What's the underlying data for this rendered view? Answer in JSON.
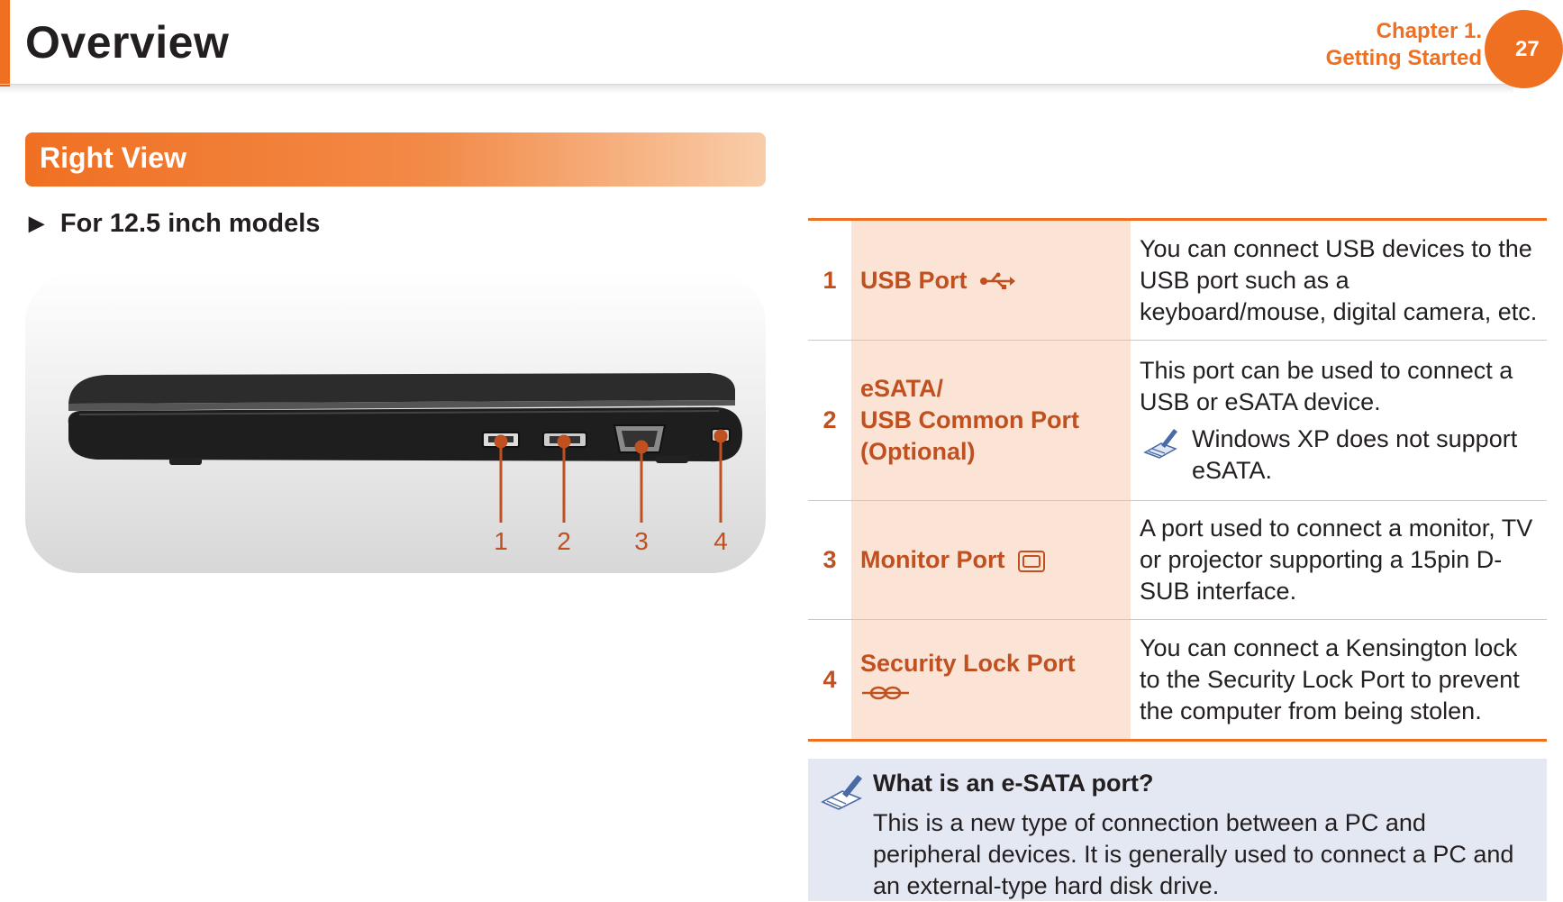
{
  "header": {
    "title": "Overview",
    "chapter_line1": "Chapter 1.",
    "chapter_line2": "Getting Started",
    "page_number": "27"
  },
  "section": {
    "title": "Right View",
    "subheading": "For 12.5 inch models"
  },
  "figure": {
    "callouts": [
      "1",
      "2",
      "3",
      "4"
    ]
  },
  "ports": [
    {
      "number": "1",
      "name": "USB Port",
      "icon": "usb-icon",
      "description": "You can connect USB devices to the USB port such as a keyboard/mouse, digital camera, etc."
    },
    {
      "number": "2",
      "name_line1": "eSATA/",
      "name_line2": "USB Common Port",
      "name_line3": "(Optional)",
      "description": "This port can be used to connect a USB or eSATA device.",
      "note": "Windows XP does not support eSATA."
    },
    {
      "number": "3",
      "name": "Monitor Port",
      "icon": "monitor-icon",
      "description": "A port used to connect a monitor, TV or projector supporting a 15pin D-SUB interface."
    },
    {
      "number": "4",
      "name": "Security Lock Port",
      "icon": "lock-icon",
      "description": "You can connect a Kensington lock to the Security Lock Port to prevent the computer from being stolen."
    }
  ],
  "note_box": {
    "question": "What is an e-SATA port?",
    "answer": "This is a new type of connection between a PC and peripheral devices. It is generally used to connect a PC and an external-type hard disk drive."
  },
  "colors": {
    "accent": "#f07022",
    "callout_text": "#c0501f",
    "name_cell_bg": "#fbe4d5",
    "note_bg": "#e4e8f3"
  }
}
